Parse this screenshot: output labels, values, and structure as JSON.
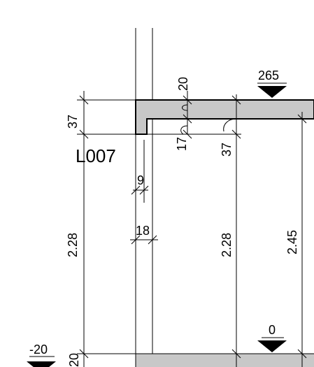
{
  "drawing": {
    "opening_label": "L007",
    "level_markers": [
      {
        "id": "top",
        "value": "265"
      },
      {
        "id": "floor",
        "value": "0"
      },
      {
        "id": "left",
        "value": "-20"
      }
    ],
    "dimensions": {
      "lintel_height": "37",
      "frame_width": "9",
      "wall_thickness": "18",
      "opening_height_left": "2.28",
      "opening_height_mid": "2.28",
      "clear_height_right": "2.45",
      "slab_top": "20",
      "lintel_step": "17",
      "slab_total": "37",
      "bottom_cut": "20"
    },
    "colors": {
      "slab_fill": "#c8c8c8",
      "line": "#000000"
    }
  }
}
